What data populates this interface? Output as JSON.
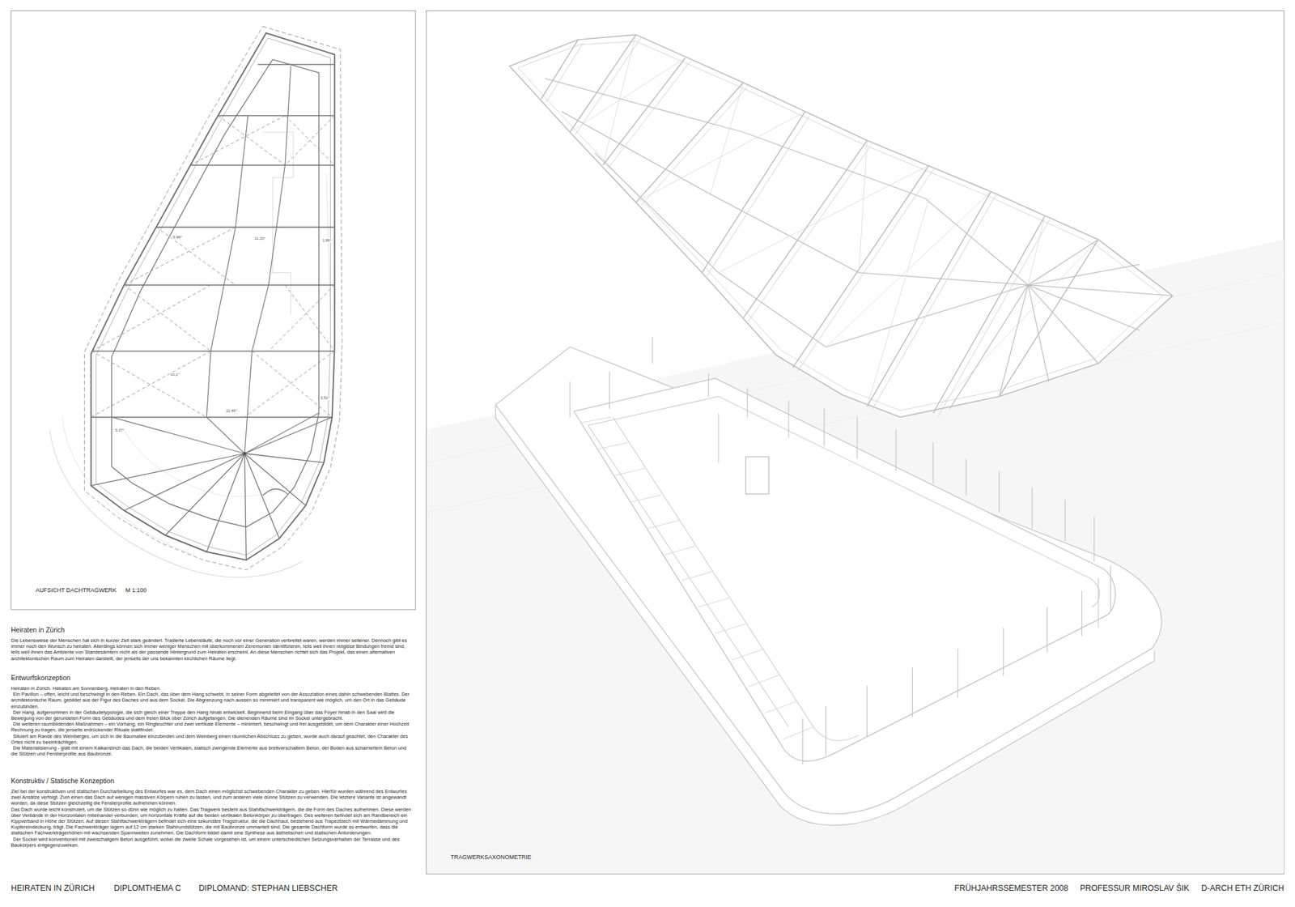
{
  "diagram": {
    "labels": [
      "AUFSICHT DACHTRAGWERK",
      "M 1:100",
      "5,99°",
      "11,20°",
      "1,86°",
      "10,1°",
      "11,45°",
      "3,52°",
      "5,37°",
      "Heiraten in Zürich",
      "Die Lebensweise der Menschen hat sich in kurzer Zeit stark geändert. Tradierte Lebensläufe, die noch vor einer Generation verbreitet waren, werden immer seltener. Dennoch gibt es immer noch den Wunsch zu heiraten. Allerdings können sich immer weniger Menschen mit überkommenen Zeremonien identifizieren, teils weil ihnen religiöse Bindungen fremd sind, teils weil ihnen das Ambiente von Standesämtern nicht als der passende Hintergrund zum Heiraten erscheint. An diese Menschen richtet sich das Projekt, das einen alternativen architektonischen Raum zum Heiraten darstellt, der jenseits der uns bekannten kirchlichen Räume liegt.",
      "Entwurfskonzeption",
      "Heiraten in Zürich. Heiraten am Sonnenberg. Heiraten in den Reben.",
      "Ein Pavillon – offen, leicht und beschwingt in den Reben. Ein Dach, das über dem Hang schwebt, in seiner Form abgeleitet von der Assoziation eines dahin schwebenden Blattes. Der architektonische Raum, gebildet aus der Figur des Daches und aus dem Sockel. Die Abgrenzung nach aussen so minimiert und transparent wie möglich, um den Ort in das Gebäude einzubinden.",
      "Der Hang, aufgenommen in der Gebäudetypologie, die sich gleich einer Treppe den Hang hinab entwickelt. Beginnend beim Eingang über das Foyer hinab in den Saal wird die Bewegung von der gerundeten Form des Gebäudes und dem freien Blick über Zürich aufgefangen. Die dienenden Räume sind im Sockel untergebracht.",
      "Die weiteren raumbildenden Maßnahmen – ein Vorhang, ein Ringleuchter und zwei vertikale Elemente – minimiert, beschwingt und frei ausgebildet, um dem Charakter einer Hochzeit Rechnung zu tragen, die jenseits erdrückender Rituale stattfindet.",
      "Situiert am Rande des Weinberges, um sich in die Baumallee einzubinden und dem Weinberg einen räumlichen Abschluss zu geben, wurde auch darauf geachtet, den Charakter des Ortes nicht zu beeinträchtigen.",
      "Die Materialisierung - glatt mit einem Kalkanstrich das Dach, die beiden Vertikalen, statisch zwingende Elemente aus brettverschaltem Beton, der Boden aus scharriertem Beton und die Stützen und Fensterprofile aus Baubronze.",
      "Konstruktiv / Statische Konzeption",
      "Ziel bei der konstruktiven und statischen Durcharbeitung des Entwurfes war es, dem Dach einen möglichst schwebenden Charakter zu geben. Hierfür wurden während des Entwurfes zwei Ansätze verfolgt. Zum einen das Dach auf wenigen massiven Körpern ruhen zu lassen, und zum anderen viele dünne Stützen zu verwenden. Die letztere Variante ist angewandt worden, da diese Stützen gleichzeitig die Fensterprofile aufnehmen können.",
      "Das Dach wurde leicht konstruiert, um die Stützen so dünn wie möglich zu halten. Das Tragwerk besteht aus Stahlfachwerkträgern, die die Form des Daches aufnehmen. Diese werden über Verbände in der Horizontalen miteinander verbunden, um horizontale Kräfte auf die beiden vertikalen Betonkörper zu übertragen. Des weiteren befindet sich am Randbereich ein Kippverband in Höhe der Stützen. Auf diesen Stahlfachwerkträgern befindet sich eine sekundäre Tragstruktur, die die Dachhaut, bestehend aus Trapezblech mit Wärmedämmung und Kupfereindeckung, trägt. Die Fachwerkträger lagern auf 12 cm starken Stahlrundstützen, die mit Baubronze ummantelt sind. Die gesamte Dachform wurde so entworfen, dass die statischen Fachwerkträgerhöhen mit wachsenden Spannweiten zunehmen. Die Dachform bildet damit eine Synthese aus ästhetischen und statischen Anforderungen.",
      "Der Sockel wird konventionell mit zweischaligem Beton ausgeführt, wobei die zweite Schale vorgesehen ist, um einem unterschiedlichen Setzungsverhalten der Terrasse und des Baukörpers entgegenzuwirken.",
      "TRAGWERKSAXONOMETRIE",
      "HEIRATEN IN ZÜRICH",
      "DIPLOMTHEMA C",
      "DIPLOMAND: STEPHAN LIEBSCHER",
      "FRÜHJAHRSSEMESTER 2008",
      "PROFESSUR MIROSLAV ŠIK",
      "D-ARCH  ETH ZÜRICH"
    ]
  }
}
